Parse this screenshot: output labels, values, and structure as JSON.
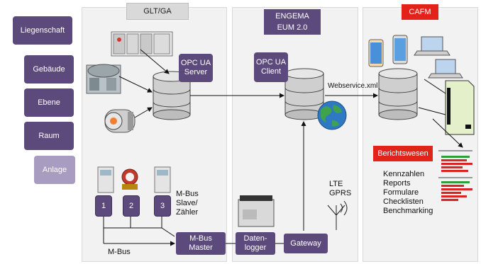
{
  "sidebar": {
    "items": [
      {
        "label": "Liegenschaft"
      },
      {
        "label": "Gebäude"
      },
      {
        "label": "Ebene"
      },
      {
        "label": "Raum"
      },
      {
        "label": "Anlage"
      }
    ]
  },
  "columns": {
    "glt": {
      "header": "GLT/GA"
    },
    "engema": {
      "header_line1": "ENGEMA",
      "header_line2": "EUM 2.0"
    },
    "cafm": {
      "header": "CAFM"
    }
  },
  "nodes": {
    "opc_server": {
      "line1": "OPC UA",
      "line2": "Server"
    },
    "opc_client": {
      "line1": "OPC UA",
      "line2": "Client"
    },
    "webservice": "Webservice.xml",
    "mbus_slave": "M-Bus\nSlave/\nZähler",
    "slaves": [
      "1",
      "2",
      "3"
    ],
    "mbus_label": "M-Bus",
    "mbus_master": {
      "line1": "M-Bus",
      "line2": "Master"
    },
    "datenlogger": {
      "line1": "Daten-",
      "line2": "logger"
    },
    "gateway": "Gateway",
    "lte": "LTE\nGPRS"
  },
  "berichtswesen": {
    "title": "Berichtswesen",
    "items": [
      "Kennzahlen",
      "Reports",
      "Formulare",
      "Checklisten",
      "Benchmarking"
    ]
  },
  "colors": {
    "purple": "#5c4a7c",
    "purple_light": "#a89cc0",
    "red": "#e2231a",
    "column_bg": "#f2f2f2"
  }
}
